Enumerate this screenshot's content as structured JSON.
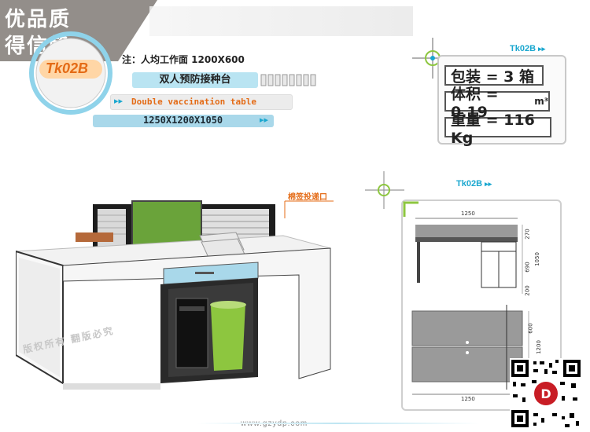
{
  "corner": {
    "line1": "优品质",
    "line2": "得信赖"
  },
  "product": {
    "code": "Tk02B",
    "note_label": "注：人均工作面 1200X600",
    "name_cn": "双人预防接种台",
    "name_en": "Double vaccination table",
    "dimensions": "1250X1200X1050"
  },
  "specs": {
    "code": "Tk02B",
    "package": "包装 = 3 箱",
    "volume_label": "体积 = 0.19 ",
    "volume_unit": "m³",
    "weight": "重量 = 116 Kg"
  },
  "drawing": {
    "code": "Tk02B",
    "width_top": "1250",
    "width_bottom": "1250",
    "dim_h1": "270",
    "dim_h2": "690",
    "dim_h3": "1050",
    "dim_h4": "600",
    "dim_h5": "1200",
    "dim_h6": "200"
  },
  "callout": "棉签投递口",
  "watermark": "版权所有 翻版必究",
  "footer_url": "www.gzydp.com",
  "colors": {
    "accent_orange": "#e46b16",
    "accent_cyan": "#1aa7cf",
    "panel_blue": "#a9d8ea",
    "green": "#8dc63f"
  }
}
